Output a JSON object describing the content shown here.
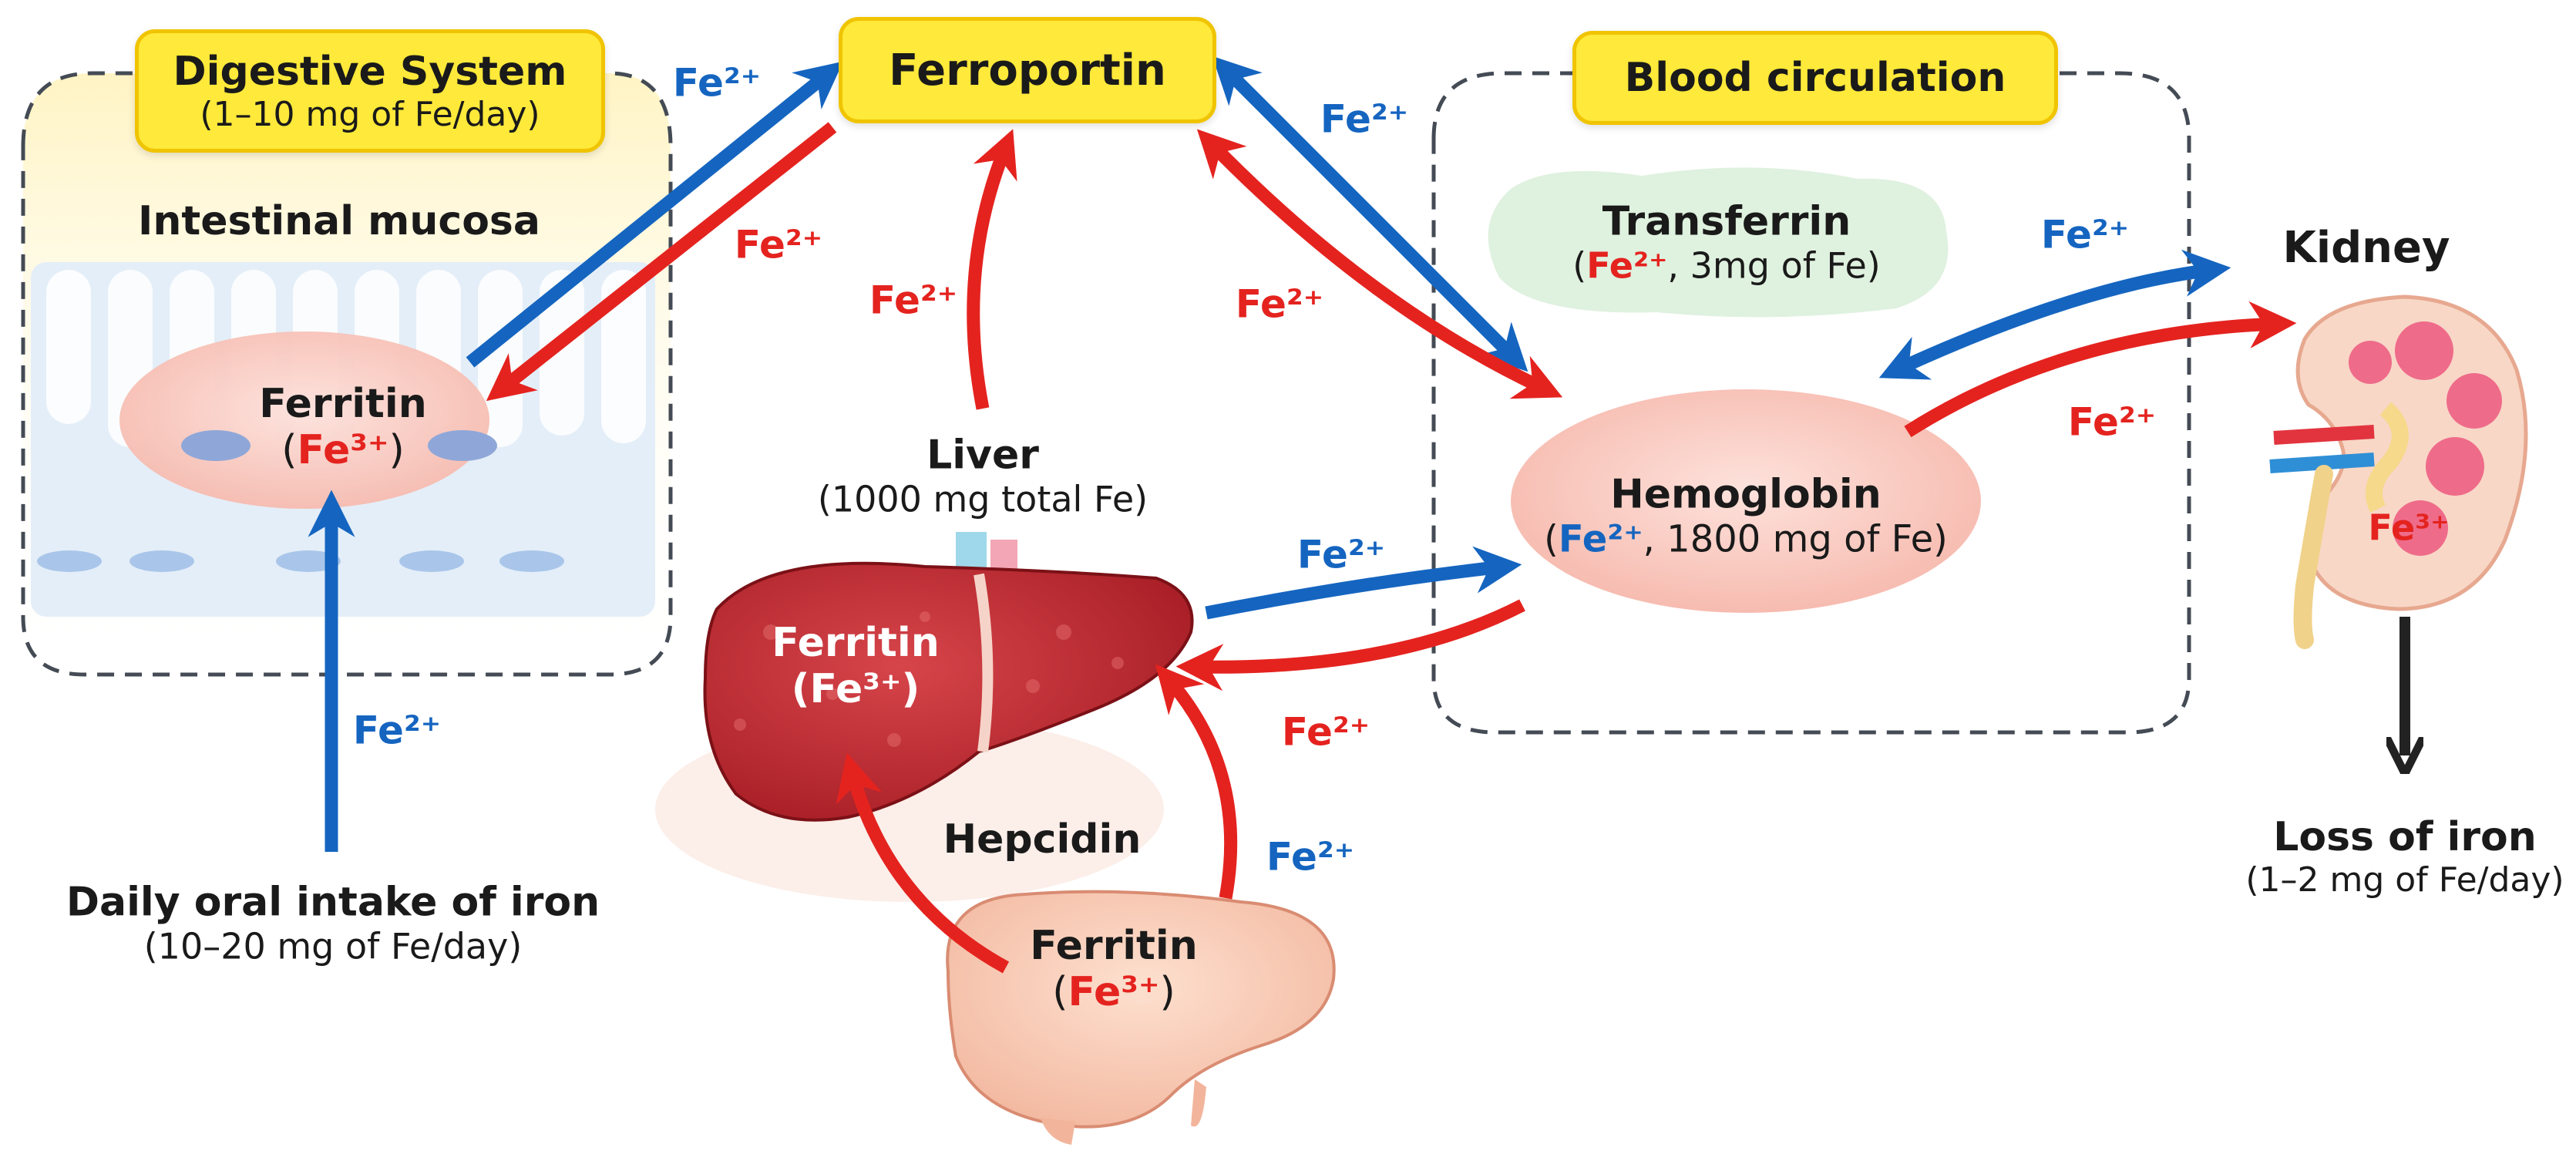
{
  "colors": {
    "fe2_blue": "#1565c0",
    "fe_red": "#e4231f",
    "highlight_yellow": "#ffe93a",
    "loss_arrow": "#222222"
  },
  "labels": {
    "digestive_system": "Digestive System",
    "digestive_rate": "(1–10 mg of Fe/day)",
    "ferroportin": "Ferroportin",
    "blood_circulation": "Blood circulation",
    "intestinal_mucosa": "Intestinal mucosa",
    "ferritin": "Ferritin",
    "transferrin": "Transferrin",
    "transferrin_fe": "Fe²⁺",
    "transferrin_amount": ", 3mg of Fe)",
    "kidney": "Kidney",
    "liver": "Liver",
    "liver_total": "(1000 mg total Fe)",
    "hemoglobin": "Hemoglobin",
    "hemoglobin_fe": "Fe²⁺",
    "hemoglobin_amount": ", 1800 mg of Fe)",
    "hepcidin": "Hepcidin",
    "daily_intake": "Daily oral intake of iron",
    "daily_intake_rate": "(10–20 mg of Fe/day)",
    "loss_of_iron": "Loss of iron",
    "loss_rate": "(1–2 mg of Fe/day)",
    "fe3": "Fe³⁺",
    "fe2": "Fe²⁺"
  },
  "icons": [
    "intestine-illustration",
    "liver-illustration",
    "kidney-illustration",
    "spleen-illustration"
  ]
}
